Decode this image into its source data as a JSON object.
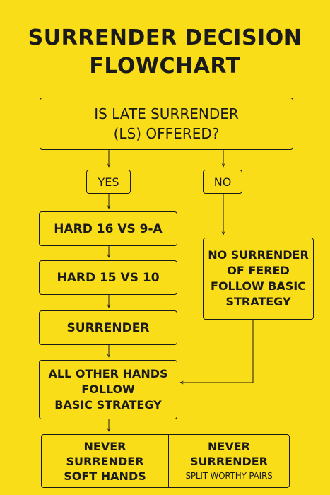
{
  "title": [
    "SURRENDER DECISION",
    "FLOWCHART"
  ],
  "nodes": {
    "question": [
      "IS LATE SURRENDER",
      "(LS) OFFERED?"
    ],
    "yes": "YES",
    "no": "NO",
    "hard16": "HARD 16 VS 9-A",
    "hard15": "HARD 15 VS 10",
    "surrender": "SURRENDER",
    "no_surrender": [
      "NO SURRENDER",
      "OF FERED",
      "FOLLOW BASIC",
      "STRATEGY"
    ],
    "all_other": [
      "ALL OTHER HANDS",
      "FOLLOW",
      "BASIC STRATEGY"
    ],
    "never_soft": [
      "NEVER",
      "SURRENDER",
      "SOFT HANDS"
    ],
    "never_split": [
      "NEVER",
      "SURRENDER",
      "SPLIT WORTHY PAIRS"
    ]
  },
  "colors": {
    "background": "#f9dd19",
    "ink": "#1a1a1a"
  }
}
